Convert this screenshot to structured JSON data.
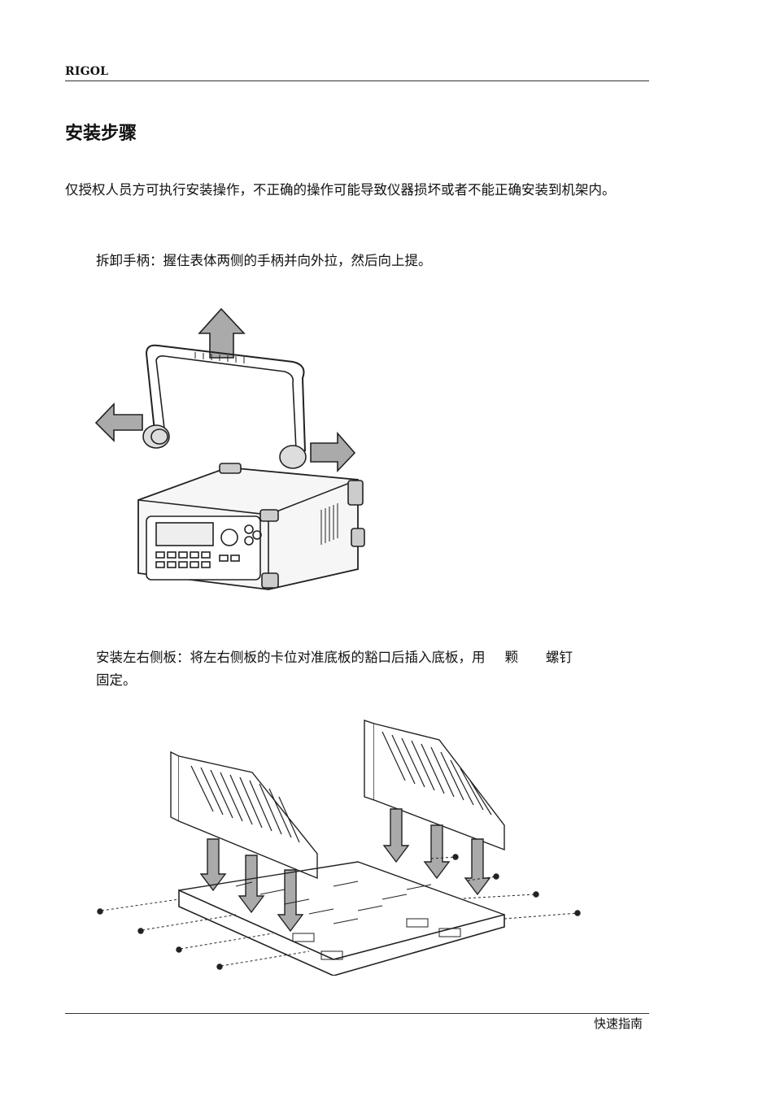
{
  "header": {
    "brand": "RIGOL"
  },
  "section": {
    "title": "安装步骤"
  },
  "intro": {
    "text": "仅授权人员方可执行安装操作，不正确的操作可能导致仪器损坏或者不能正确安装到机架内。"
  },
  "steps": [
    {
      "text": "拆卸手柄：握住表体两侧的手柄并向外拉，然后向上提。"
    },
    {
      "text_a": "安装左右侧板：将左右侧板的卡位对准底板的豁口后插入底板，用",
      "text_b": "颗",
      "text_c": "螺钉",
      "text_d": "固定。"
    }
  ],
  "footer": {
    "text": "快速指南"
  }
}
